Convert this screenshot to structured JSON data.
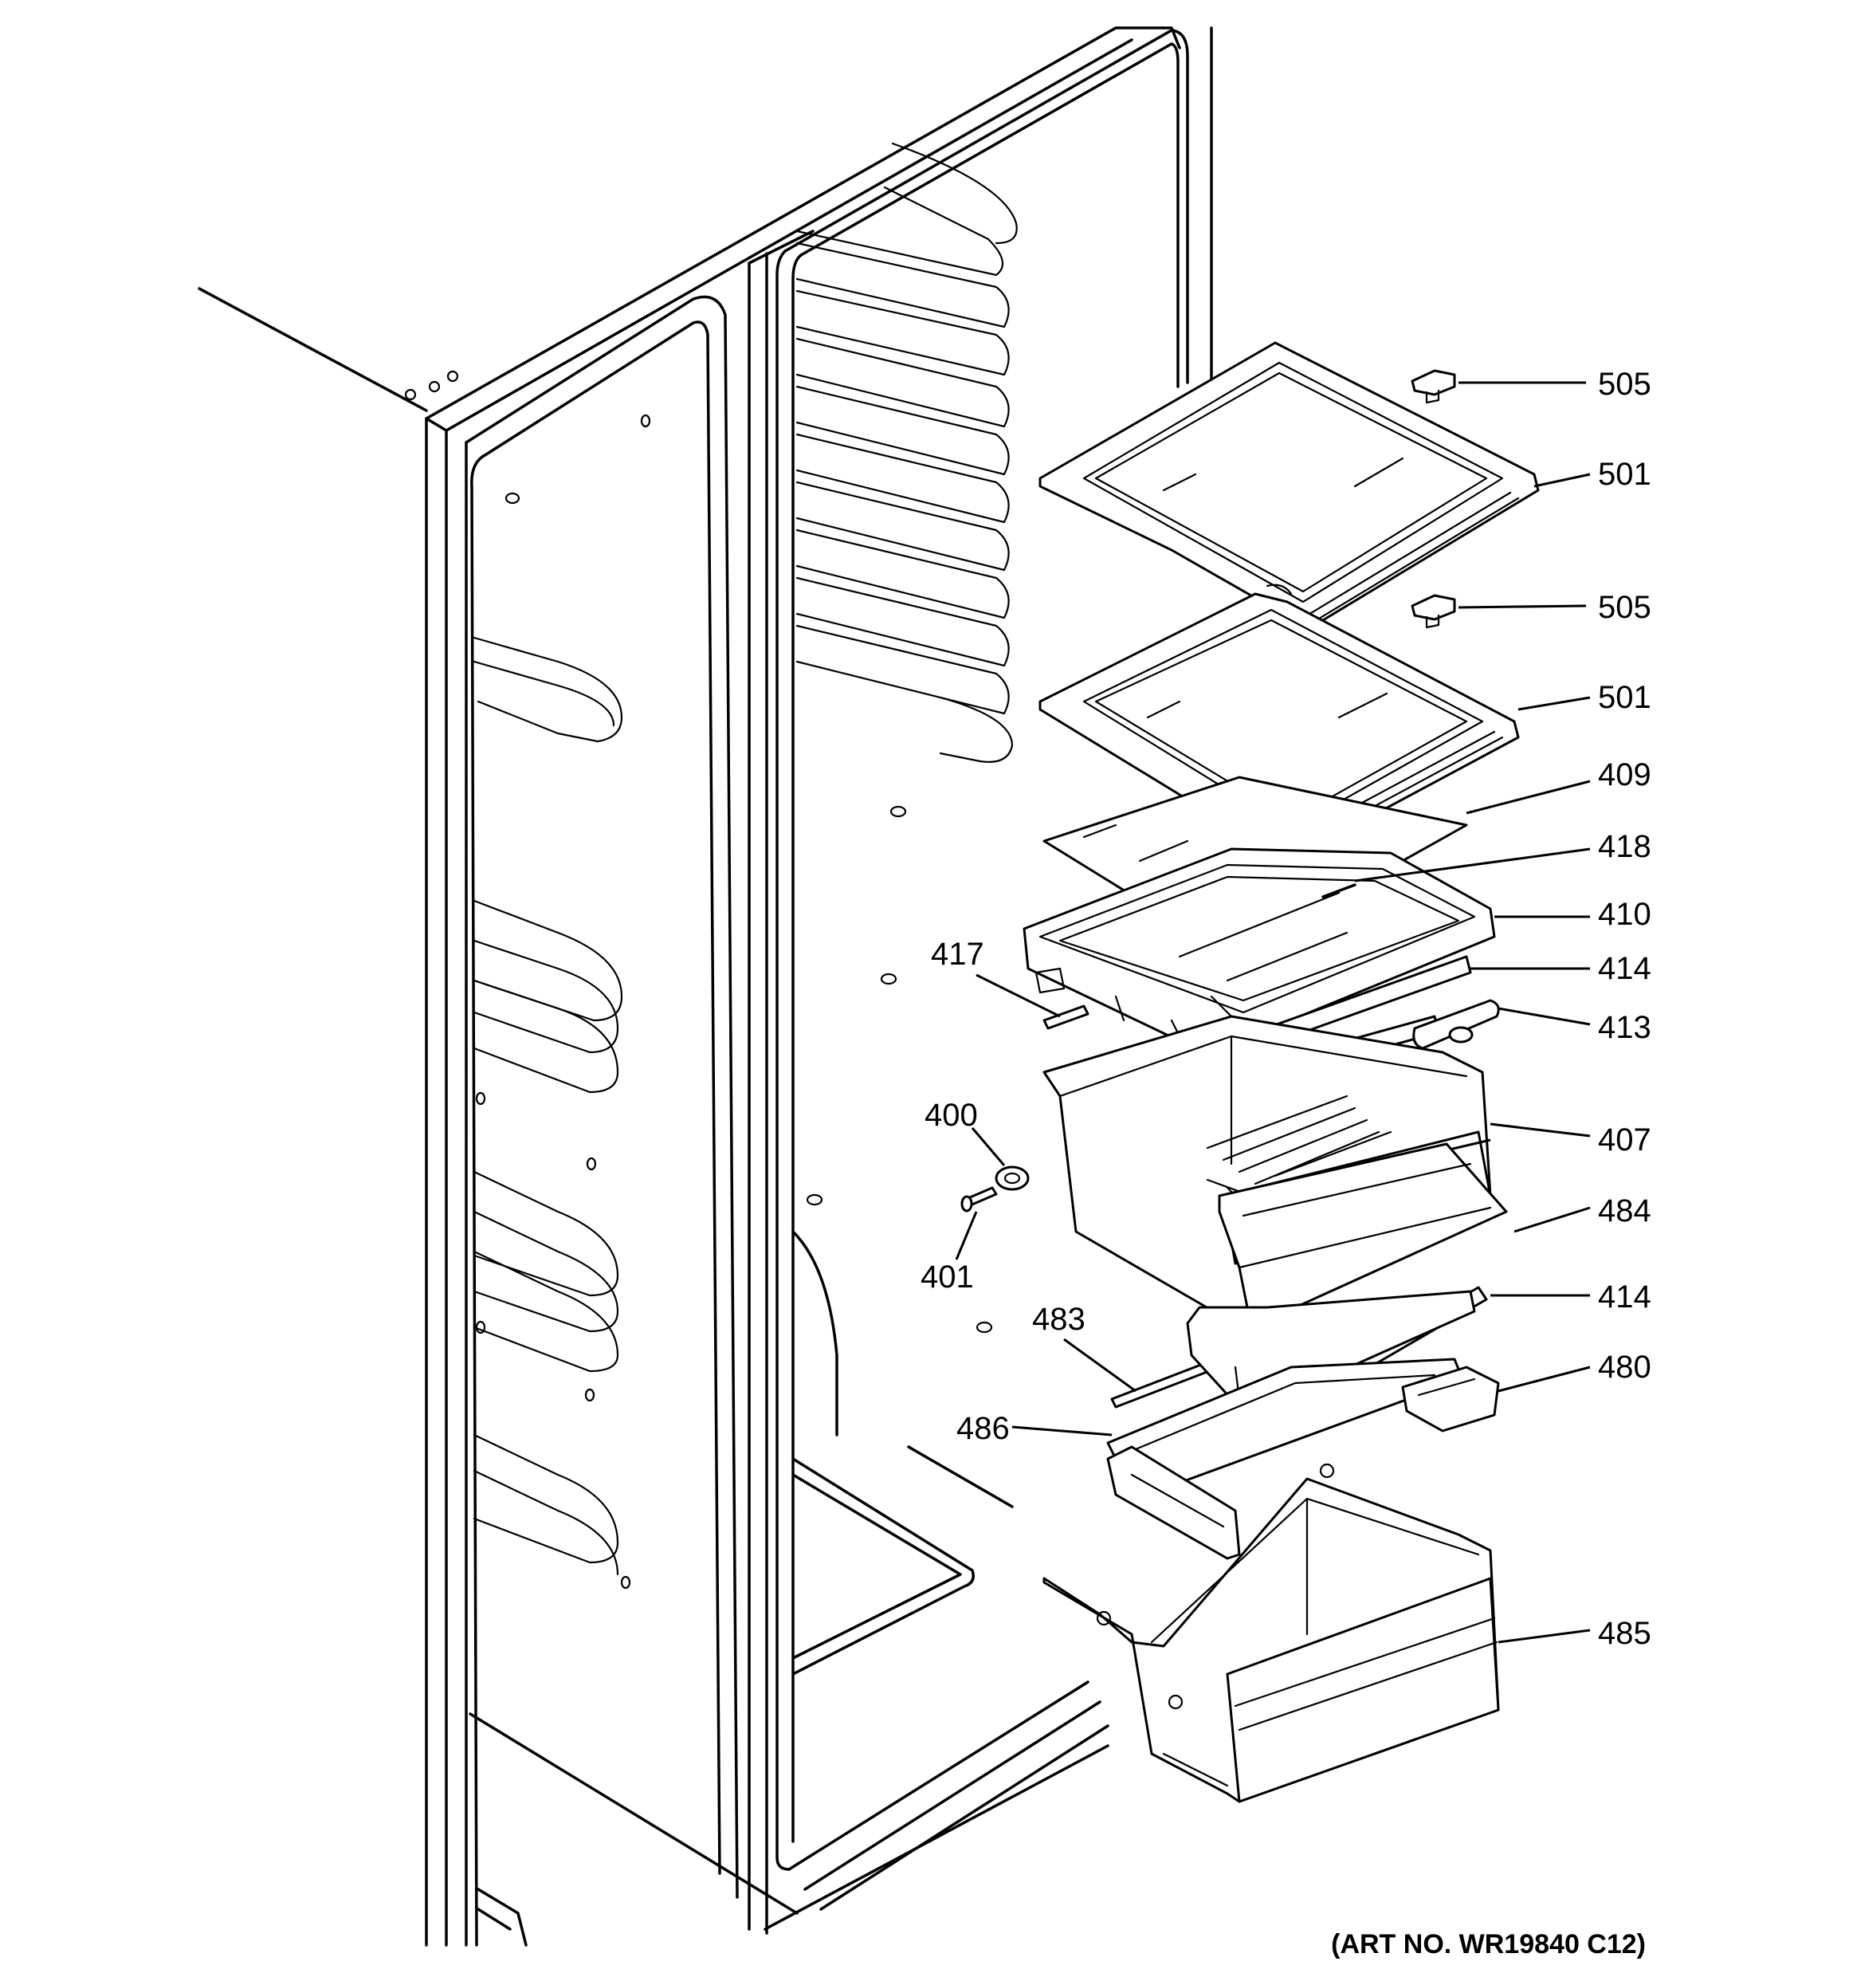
{
  "callouts": [
    {
      "id": "505a",
      "text": "505"
    },
    {
      "id": "501a",
      "text": "501"
    },
    {
      "id": "505b",
      "text": "505"
    },
    {
      "id": "501b",
      "text": "501"
    },
    {
      "id": "409",
      "text": "409"
    },
    {
      "id": "418",
      "text": "418"
    },
    {
      "id": "410",
      "text": "410"
    },
    {
      "id": "414a",
      "text": "414"
    },
    {
      "id": "413",
      "text": "413"
    },
    {
      "id": "417",
      "text": "417"
    },
    {
      "id": "400",
      "text": "400"
    },
    {
      "id": "401",
      "text": "401"
    },
    {
      "id": "407",
      "text": "407"
    },
    {
      "id": "484",
      "text": "484"
    },
    {
      "id": "414b",
      "text": "414"
    },
    {
      "id": "483",
      "text": "483"
    },
    {
      "id": "480",
      "text": "480"
    },
    {
      "id": "486",
      "text": "486"
    },
    {
      "id": "485",
      "text": "485"
    }
  ],
  "art_number": "(ART NO. WR19840 C12)"
}
